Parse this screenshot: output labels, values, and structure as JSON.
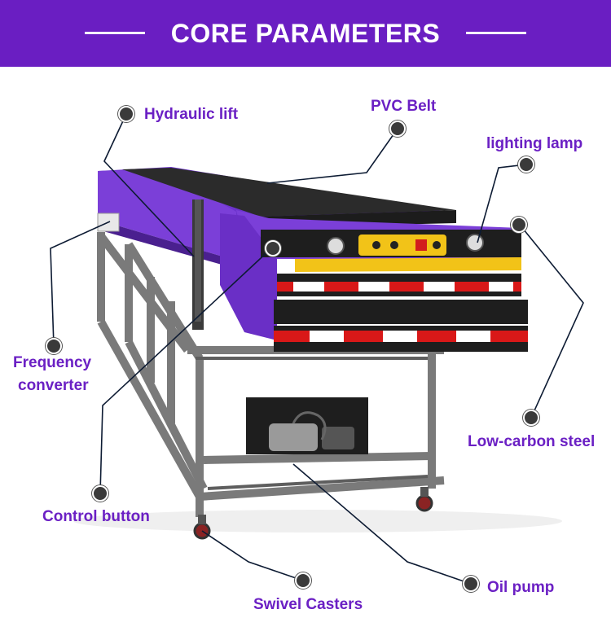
{
  "header": {
    "title": "CORE PARAMETERS",
    "background_color": "#6a1ec2"
  },
  "product": {
    "name": "telescopic belt conveyor",
    "frame_color": "#7a7a7a",
    "body_color": "#7b3fd8",
    "belt_color": "#2b2b2b",
    "reflector_colors": [
      "#e01515",
      "#ffffff"
    ]
  },
  "callouts": {
    "hydraulic_lift": "Hydraulic lift",
    "pvc_belt": "PVC Belt",
    "lighting_lamp": "lighting lamp",
    "frequency_converter_line1": "Frequency",
    "frequency_converter_line2": "converter",
    "low_carbon_steel": "Low-carbon steel",
    "control_button": "Control button",
    "oil_pump": "Oil pump",
    "swivel_casters": "Swivel Casters"
  },
  "label_color": "#6b20c4"
}
